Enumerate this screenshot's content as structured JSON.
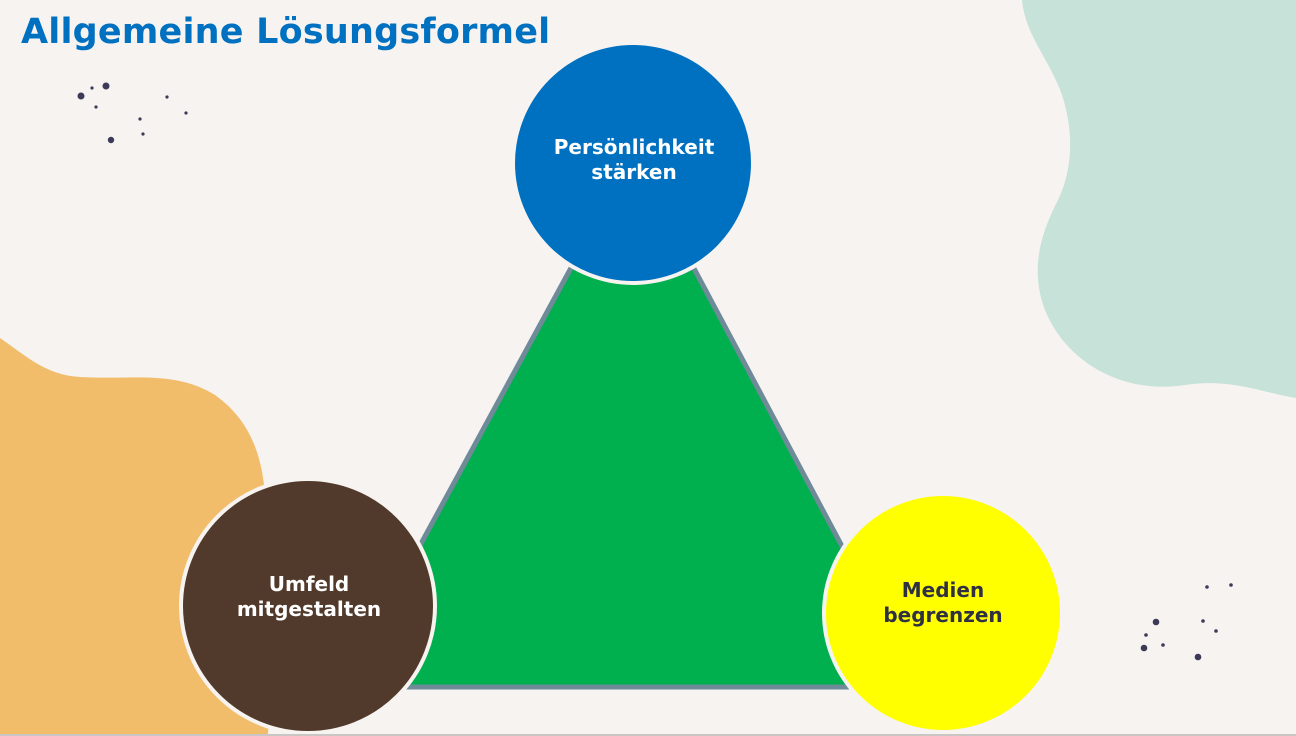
{
  "title": "Allgemeine Lösungsformel",
  "colors": {
    "background": "#f6f3f0",
    "title": "#0070c0",
    "triangle_fill": "#00b04f",
    "triangle_border": "#6f8a98",
    "blob_orange": "#f1bd6b",
    "blob_mint": "#c6e2d9",
    "dots": "#3c3a58"
  },
  "nodes": {
    "top": {
      "lines": [
        "Persönlichkeit",
        "stärken"
      ],
      "fill": "#0070c0",
      "text_color": "#ffffff"
    },
    "left": {
      "lines": [
        "Umfeld",
        "mitgestalten"
      ],
      "fill": "#513a2b",
      "text_color": "#ffffff"
    },
    "right": {
      "lines": [
        "Medien",
        "begrenzen"
      ],
      "fill": "#ffff00",
      "text_color": "#2f3042"
    }
  }
}
